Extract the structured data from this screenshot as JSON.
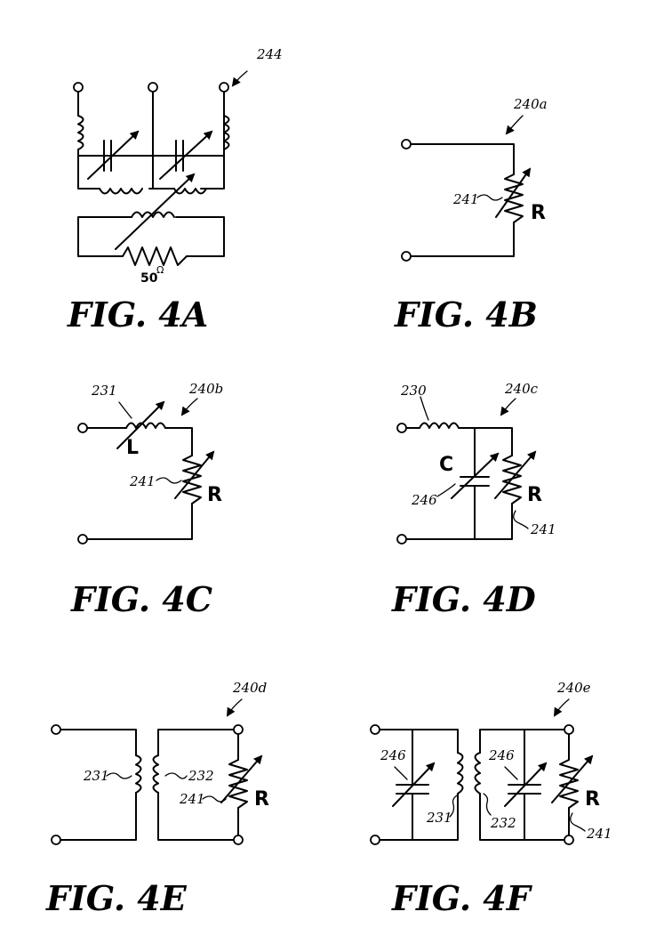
{
  "figures": {
    "fig4a": {
      "caption": "FIG. 4A",
      "ref": "244",
      "resistor_value": "50",
      "resistor_unit": "Ω"
    },
    "fig4b": {
      "caption": "FIG. 4B",
      "ref": "240a",
      "resistor_ref": "241",
      "resistor_symbol": "R"
    },
    "fig4c": {
      "caption": "FIG. 4C",
      "ref": "240b",
      "inductor_ref": "231",
      "inductor_symbol": "L",
      "resistor_ref": "241",
      "resistor_symbol": "R"
    },
    "fig4d": {
      "caption": "FIG. 4D",
      "ref": "240c",
      "inductor_ref": "230",
      "capacitor_ref": "246",
      "capacitor_symbol": "C",
      "resistor_ref": "241",
      "resistor_symbol": "R"
    },
    "fig4e": {
      "caption": "FIG. 4E",
      "ref": "240d",
      "primary_ref": "231",
      "secondary_ref": "232",
      "resistor_ref": "241",
      "resistor_symbol": "R"
    },
    "fig4f": {
      "caption": "FIG. 4F",
      "ref": "240e",
      "cap1_ref": "246",
      "cap2_ref": "246",
      "primary_ref": "231",
      "secondary_ref": "232",
      "resistor_ref": "241",
      "resistor_symbol": "R"
    }
  }
}
